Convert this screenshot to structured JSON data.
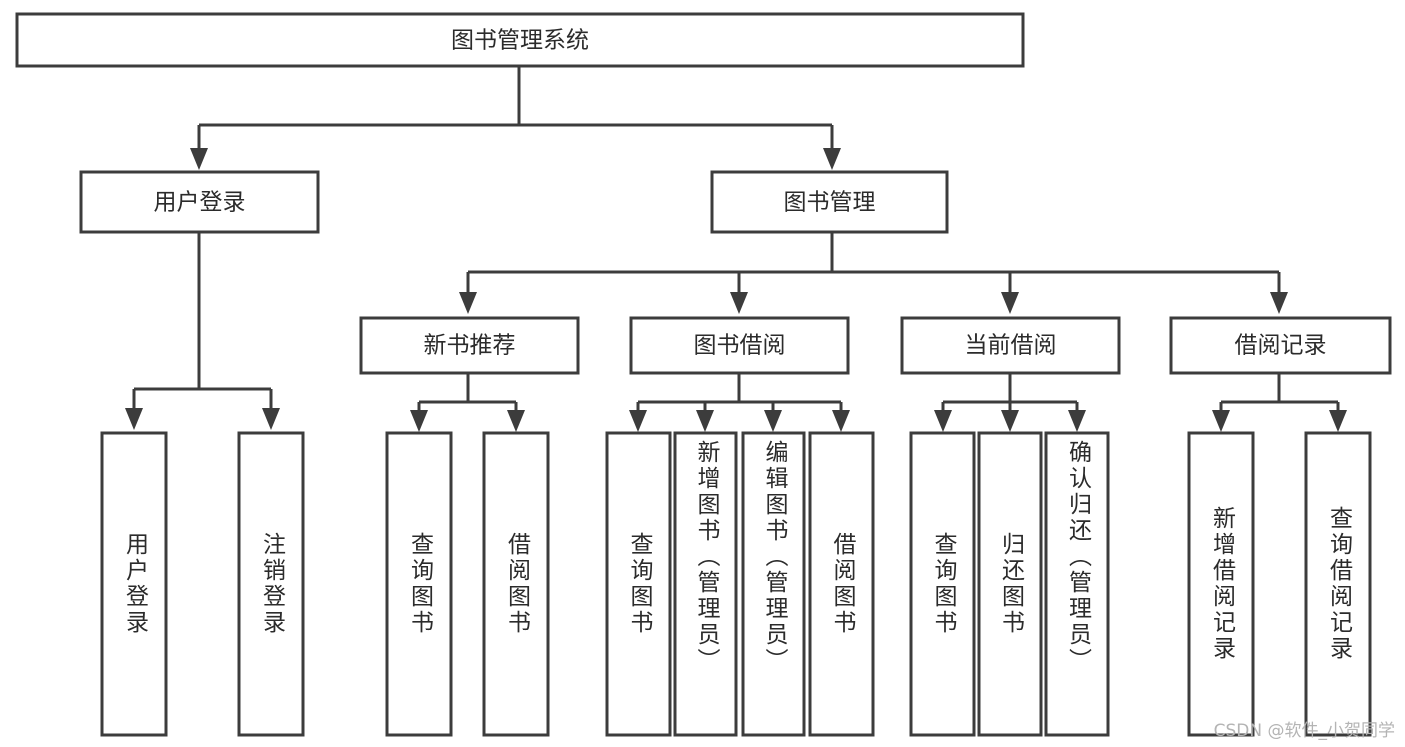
{
  "diagram": {
    "type": "hierarchy-tree",
    "title": "图书管理系统",
    "root": {
      "id": "root",
      "label": "图书管理系统",
      "orientation": "horizontal"
    },
    "level2": [
      {
        "id": "user-login",
        "label": "用户登录",
        "orientation": "horizontal"
      },
      {
        "id": "book-management",
        "label": "图书管理",
        "orientation": "horizontal"
      }
    ],
    "level3": [
      {
        "id": "new-book-recommend",
        "label": "新书推荐",
        "parent": "book-management",
        "orientation": "horizontal"
      },
      {
        "id": "book-borrow",
        "label": "图书借阅",
        "parent": "book-management",
        "orientation": "horizontal"
      },
      {
        "id": "current-borrow",
        "label": "当前借阅",
        "parent": "book-management",
        "orientation": "horizontal"
      },
      {
        "id": "borrow-record",
        "label": "借阅记录",
        "parent": "book-management",
        "orientation": "horizontal"
      }
    ],
    "leaves": [
      {
        "id": "leaf-user-login",
        "label": "用户登录",
        "parent": "user-login",
        "orientation": "vertical"
      },
      {
        "id": "leaf-logout-login",
        "label": "注销登录",
        "parent": "user-login",
        "orientation": "vertical"
      },
      {
        "id": "leaf-query-book-1",
        "label": "查询图书",
        "parent": "new-book-recommend",
        "orientation": "vertical"
      },
      {
        "id": "leaf-borrow-book-1",
        "label": "借阅图书",
        "parent": "new-book-recommend",
        "orientation": "vertical"
      },
      {
        "id": "leaf-query-book-2",
        "label": "查询图书",
        "parent": "book-borrow",
        "orientation": "vertical"
      },
      {
        "id": "leaf-add-book",
        "label": "新增图书（管理员）",
        "parent": "book-borrow",
        "orientation": "vertical"
      },
      {
        "id": "leaf-edit-book",
        "label": "编辑图书（管理员）",
        "parent": "book-borrow",
        "orientation": "vertical"
      },
      {
        "id": "leaf-borrow-book-2",
        "label": "借阅图书",
        "parent": "book-borrow",
        "orientation": "vertical"
      },
      {
        "id": "leaf-query-book-3",
        "label": "查询图书",
        "parent": "current-borrow",
        "orientation": "vertical"
      },
      {
        "id": "leaf-return-book",
        "label": "归还图书",
        "parent": "current-borrow",
        "orientation": "vertical"
      },
      {
        "id": "leaf-confirm-return",
        "label": "确认归还（管理员）",
        "parent": "current-borrow",
        "orientation": "vertical"
      },
      {
        "id": "leaf-add-record",
        "label": "新增借阅记录",
        "parent": "borrow-record",
        "orientation": "vertical"
      },
      {
        "id": "leaf-query-record",
        "label": "查询借阅记录",
        "parent": "borrow-record",
        "orientation": "vertical"
      }
    ],
    "colors": {
      "box_border": "#3c3c3c",
      "box_fill": "#ffffff",
      "connector": "#3c3c3c",
      "text": "#2b2b2b",
      "background": "#ffffff",
      "watermark": "#b4b4b4"
    }
  },
  "watermark": {
    "text": "CSDN @软件_小贺同学"
  }
}
